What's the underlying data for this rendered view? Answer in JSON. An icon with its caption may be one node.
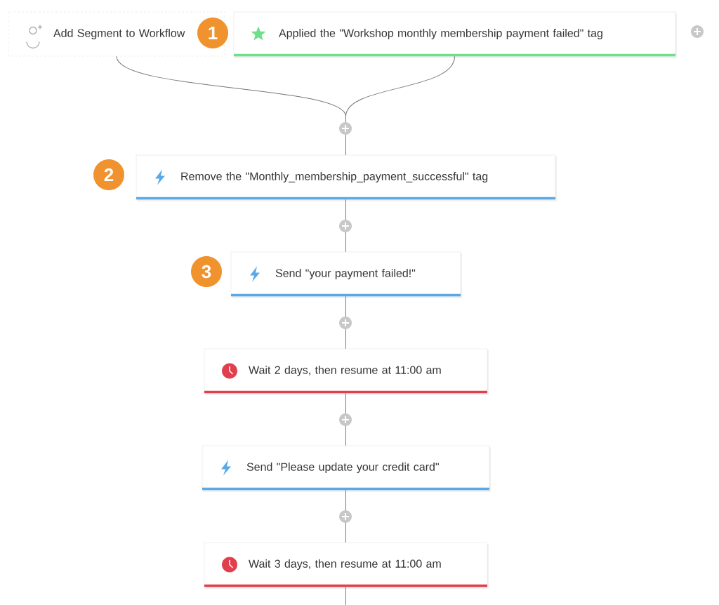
{
  "diagram": {
    "nodes": [
      {
        "text": [
          "Add Segment to Workflow"
        ]
      },
      {
        "text": [
          "Applied the \"Workshop monthly membership payment failed\" tag"
        ]
      },
      {
        "text": [
          "Remove the \"Monthly_membership_payment_successful\" tag"
        ]
      },
      {
        "text": [
          "Send \"your payment failed!\""
        ]
      },
      {
        "text": [
          "Wait 2 days, then resume at 11:00 am"
        ]
      },
      {
        "text": [
          "Send \"Please update your credit card\""
        ]
      },
      {
        "text": [
          "Wait 3 days, then resume at 11:00 am"
        ]
      }
    ],
    "edges": [
      {
        "from": 0,
        "to": 2,
        "arrow": "none"
      },
      {
        "from": 1,
        "to": 2,
        "arrow": "none"
      },
      {
        "from": 2,
        "to": 3,
        "arrow": "none"
      },
      {
        "from": 3,
        "to": 4,
        "arrow": "none"
      },
      {
        "from": 4,
        "to": 5,
        "arrow": "none"
      },
      {
        "from": 5,
        "to": 6,
        "arrow": "none"
      },
      {
        "from": 6,
        "to": null,
        "arrow": "none"
      }
    ],
    "labels": [
      "1",
      "2",
      "3"
    ]
  }
}
